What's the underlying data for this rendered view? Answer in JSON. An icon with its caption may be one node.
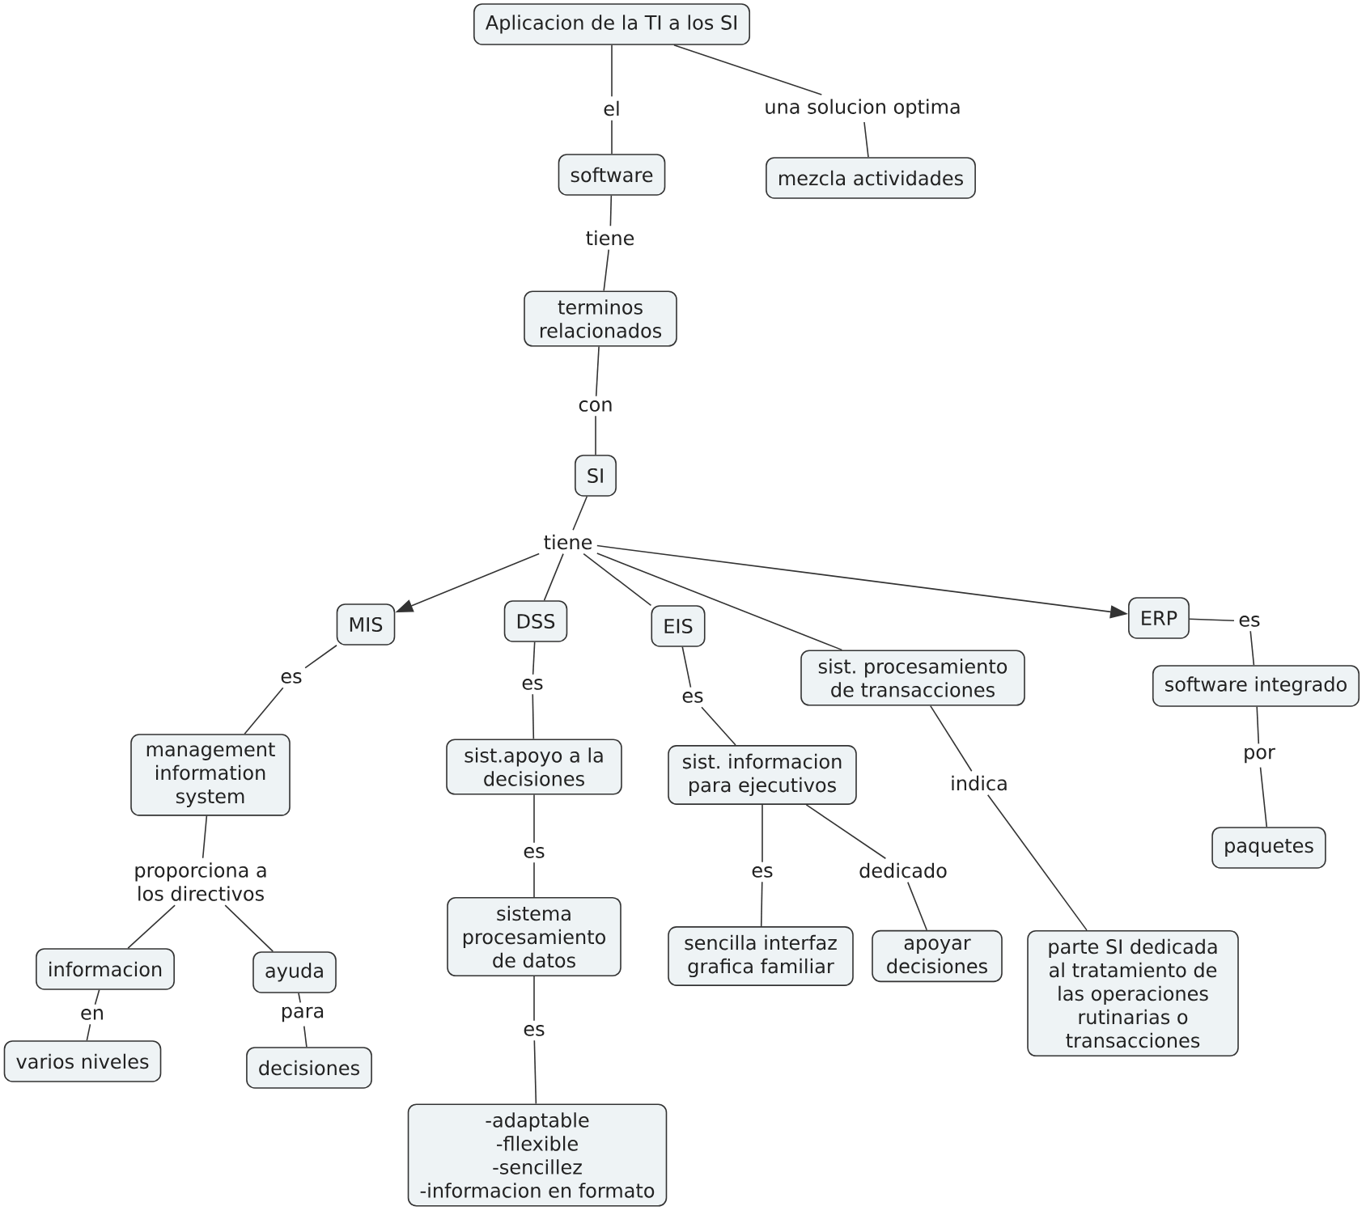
{
  "diagram": {
    "nodes": [
      {
        "text": [
          "Aplicacion de la TI a los SI"
        ]
      },
      {
        "text": [
          "el"
        ]
      },
      {
        "text": [
          "una solucion optima"
        ]
      },
      {
        "text": [
          "software"
        ]
      },
      {
        "text": [
          "mezcla actividades"
        ]
      },
      {
        "text": [
          "tiene"
        ]
      },
      {
        "text": [
          "terminos relacionados"
        ]
      },
      {
        "text": [
          "con"
        ]
      },
      {
        "text": [
          "SI"
        ]
      },
      {
        "text": [
          "tiene"
        ]
      },
      {
        "text": [
          "MIS"
        ]
      },
      {
        "text": [
          "DSS"
        ]
      },
      {
        "text": [
          "EIS"
        ]
      },
      {
        "text": [
          "ERP"
        ]
      },
      {
        "text": [
          "es"
        ]
      },
      {
        "text": [
          "es"
        ]
      },
      {
        "text": [
          "es"
        ]
      },
      {
        "text": [
          "es"
        ]
      },
      {
        "text": [
          "sist. procesamiento de transacciones"
        ]
      },
      {
        "text": [
          "software integrado"
        ]
      },
      {
        "text": [
          "management information system"
        ]
      },
      {
        "text": [
          "sist.apoyo a la decisiones"
        ]
      },
      {
        "text": [
          "sist. informacion para ejecutivos"
        ]
      },
      {
        "text": [
          "indica"
        ]
      },
      {
        "text": [
          "por"
        ]
      },
      {
        "text": [
          "proporciona a los directivos"
        ]
      },
      {
        "text": [
          "es"
        ]
      },
      {
        "text": [
          "es"
        ]
      },
      {
        "text": [
          "dedicado"
        ]
      },
      {
        "text": [
          "paquetes"
        ]
      },
      {
        "text": [
          "informacion"
        ]
      },
      {
        "text": [
          "ayuda"
        ]
      },
      {
        "text": [
          "sistema procesamiento de datos"
        ]
      },
      {
        "text": [
          "sencilla interfaz grafica familiar"
        ]
      },
      {
        "text": [
          "apoyar decisiones"
        ]
      },
      {
        "text": [
          "parte SI dedicada al tratamiento de las operaciones rutinarias o transacciones"
        ]
      },
      {
        "text": [
          "en"
        ]
      },
      {
        "text": [
          "para"
        ]
      },
      {
        "text": [
          "es"
        ]
      },
      {
        "text": [
          "varios niveles"
        ]
      },
      {
        "text": [
          "decisiones"
        ]
      },
      {
        "text": [
          "-adaptable",
          "-fllexible",
          "-sencillez",
          "-informacion en formato"
        ]
      }
    ],
    "edges": [
      {
        "from": 0,
        "to": 1,
        "arrow": "none"
      },
      {
        "from": 1,
        "to": 3,
        "arrow": "none"
      },
      {
        "from": 0,
        "to": 2,
        "arrow": "none"
      },
      {
        "from": 2,
        "to": 4,
        "arrow": "none"
      },
      {
        "from": 3,
        "to": 5,
        "arrow": "none"
      },
      {
        "from": 5,
        "to": 6,
        "arrow": "none"
      },
      {
        "from": 6,
        "to": 7,
        "arrow": "none"
      },
      {
        "from": 7,
        "to": 8,
        "arrow": "none"
      },
      {
        "from": 8,
        "to": 9,
        "arrow": "none"
      },
      {
        "from": 9,
        "to": 10,
        "arrow": "to"
      },
      {
        "from": 9,
        "to": 11,
        "arrow": "none"
      },
      {
        "from": 9,
        "to": 12,
        "arrow": "none"
      },
      {
        "from": 9,
        "to": 18,
        "arrow": "none"
      },
      {
        "from": 9,
        "to": 13,
        "arrow": "to"
      },
      {
        "from": 10,
        "to": 15,
        "arrow": "none"
      },
      {
        "from": 15,
        "to": 20,
        "arrow": "none"
      },
      {
        "from": 11,
        "to": 16,
        "arrow": "none"
      },
      {
        "from": 16,
        "to": 21,
        "arrow": "none"
      },
      {
        "from": 12,
        "to": 17,
        "arrow": "none"
      },
      {
        "from": 17,
        "to": 22,
        "arrow": "none"
      },
      {
        "from": 13,
        "to": 14,
        "arrow": "none"
      },
      {
        "from": 14,
        "to": 19,
        "arrow": "none"
      },
      {
        "from": 18,
        "to": 23,
        "arrow": "none"
      },
      {
        "from": 23,
        "to": 35,
        "arrow": "none"
      },
      {
        "from": 19,
        "to": 24,
        "arrow": "none"
      },
      {
        "from": 24,
        "to": 29,
        "arrow": "none"
      },
      {
        "from": 20,
        "to": 25,
        "arrow": "none"
      },
      {
        "from": 25,
        "to": 30,
        "arrow": "none"
      },
      {
        "from": 25,
        "to": 31,
        "arrow": "none"
      },
      {
        "from": 21,
        "to": 26,
        "arrow": "none"
      },
      {
        "from": 26,
        "to": 32,
        "arrow": "none"
      },
      {
        "from": 22,
        "to": 27,
        "arrow": "none"
      },
      {
        "from": 27,
        "to": 33,
        "arrow": "none"
      },
      {
        "from": 22,
        "to": 28,
        "arrow": "none"
      },
      {
        "from": 28,
        "to": 34,
        "arrow": "none"
      },
      {
        "from": 30,
        "to": 36,
        "arrow": "none"
      },
      {
        "from": 36,
        "to": 39,
        "arrow": "none"
      },
      {
        "from": 31,
        "to": 37,
        "arrow": "none"
      },
      {
        "from": 37,
        "to": 40,
        "arrow": "none"
      },
      {
        "from": 32,
        "to": 38,
        "arrow": "none"
      },
      {
        "from": 38,
        "to": 41,
        "arrow": "none"
      }
    ]
  }
}
